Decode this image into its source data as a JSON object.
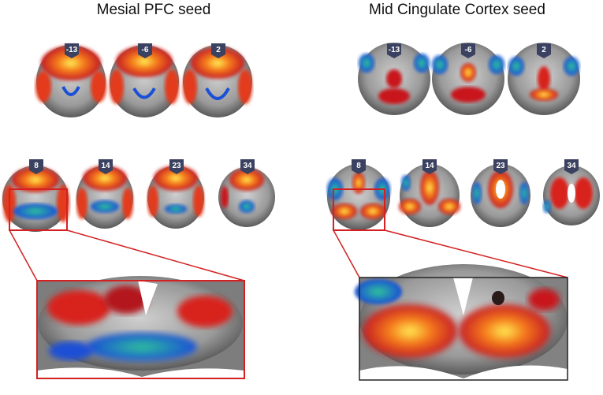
{
  "titles": {
    "left": "Mesial PFC seed",
    "right": "Mid Cingulate Cortex seed"
  },
  "slices": {
    "top_row": [
      "-13",
      "-6",
      "2"
    ],
    "bottom_row": [
      "8",
      "14",
      "23",
      "34"
    ]
  },
  "colors": {
    "heat_high": "#ffee55",
    "heat_mid": "#f57a1a",
    "heat_low": "#c8161d",
    "cool_low": "#1a4fd6",
    "cool_high": "#2fc29a",
    "zoom_box": "#d42020",
    "badge": "#3b4160"
  }
}
